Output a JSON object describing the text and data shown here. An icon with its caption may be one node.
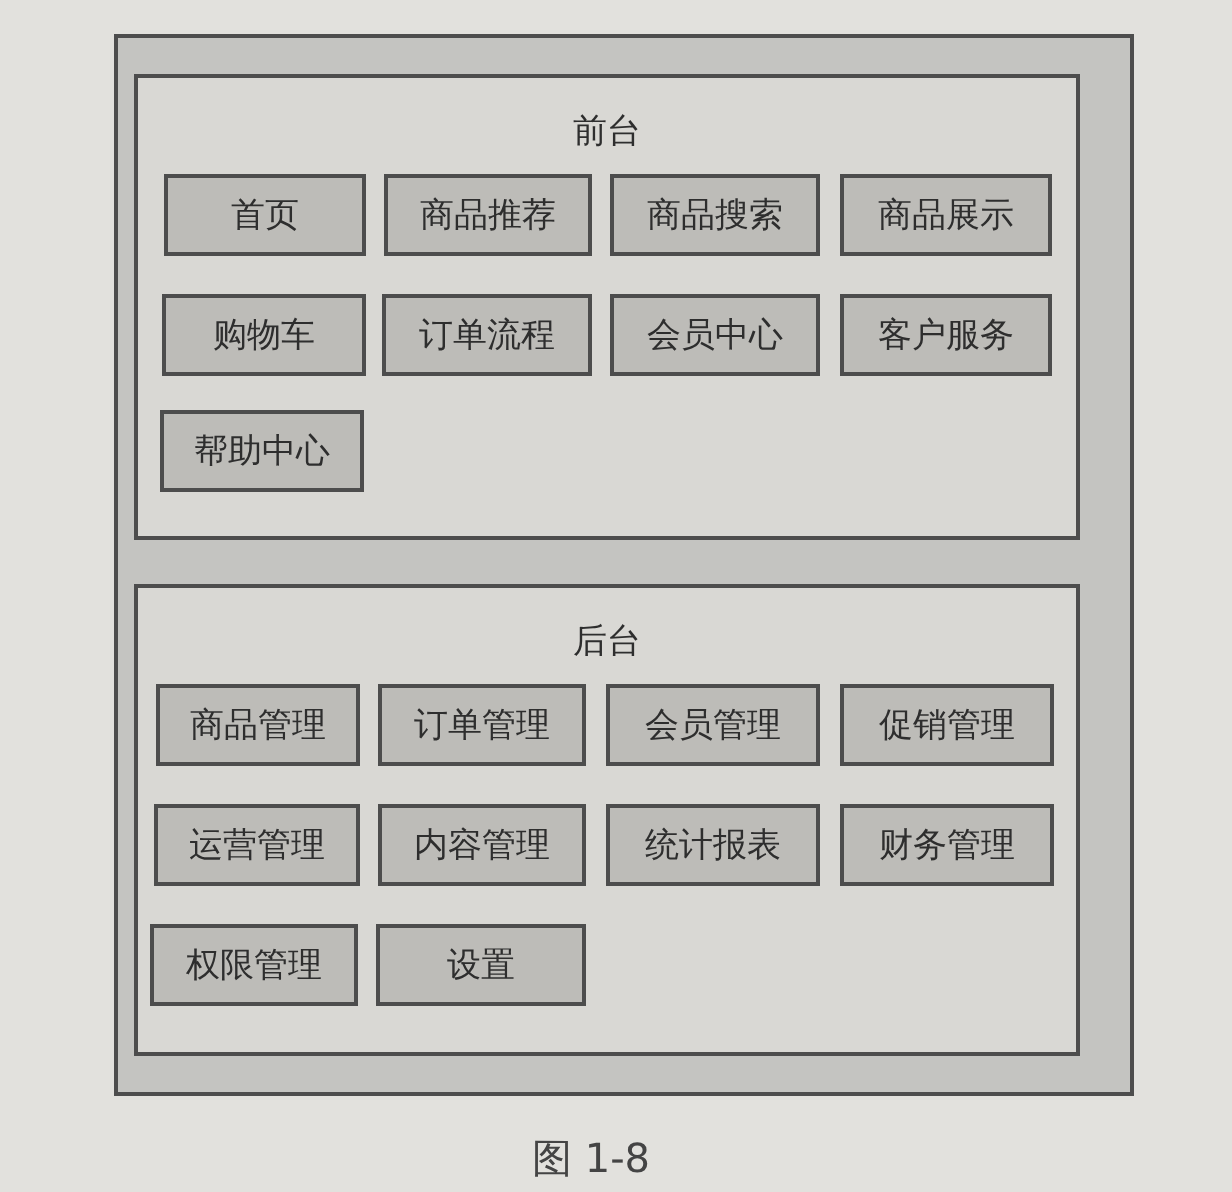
{
  "diagram": {
    "caption": "图 1-8",
    "nodes": [
      {
        "text": [],
        "shape": "box"
      },
      {
        "text": [
          "前台"
        ],
        "in": 0
      },
      {
        "text": [
          "首页"
        ],
        "in": 1
      },
      {
        "text": [
          "商品推荐"
        ],
        "in": 1
      },
      {
        "text": [
          "商品搜索"
        ],
        "in": 1
      },
      {
        "text": [
          "商品展示"
        ],
        "in": 1
      },
      {
        "text": [
          "购物车"
        ],
        "in": 1
      },
      {
        "text": [
          "订单流程"
        ],
        "in": 1
      },
      {
        "text": [
          "会员中心"
        ],
        "in": 1
      },
      {
        "text": [
          "客户服务"
        ],
        "in": 1
      },
      {
        "text": [
          "帮助中心"
        ],
        "in": 1
      },
      {
        "text": [
          "后台"
        ],
        "in": 0
      },
      {
        "text": [
          "商品管理"
        ],
        "in": 11
      },
      {
        "text": [
          "订单管理"
        ],
        "in": 11
      },
      {
        "text": [
          "会员管理"
        ],
        "in": 11
      },
      {
        "text": [
          "促销管理"
        ],
        "in": 11
      },
      {
        "text": [
          "运营管理"
        ],
        "in": 11
      },
      {
        "text": [
          "内容管理"
        ],
        "in": 11
      },
      {
        "text": [
          "统计报表"
        ],
        "in": 11
      },
      {
        "text": [
          "财务管理"
        ],
        "in": 11
      },
      {
        "text": [
          "权限管理"
        ],
        "in": 11
      },
      {
        "text": [
          "设置"
        ],
        "in": 11
      }
    ],
    "edges": []
  }
}
